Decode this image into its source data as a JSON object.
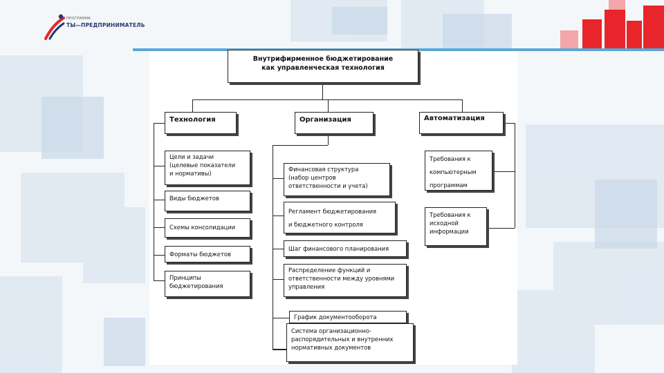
{
  "header": {
    "logo_sub": "ПРОГРАММА",
    "logo_main": "ТЫ—ПРЕДПРИНИМАТЕЛЬ"
  },
  "colors": {
    "accent_red": "#e8252a",
    "accent_blue": "#5aa8d8",
    "bg_tile": "#dfe8f1"
  },
  "diagram": {
    "title_line1": "Внутрифирменное бюджетирование",
    "title_line2": "как управленческая технология",
    "columns": {
      "technology": "Технология",
      "organization": "Организация",
      "automation": "Автоматизация"
    },
    "technology_items": [
      {
        "l1": "Цели и задачи",
        "l2": "(целевые показатели",
        "l3": "и нормативы)"
      },
      {
        "l1": "Виды бюджетов"
      },
      {
        "l1": "Схемы консолидации"
      },
      {
        "l1": "Форматы бюджетов"
      },
      {
        "l1": "Принципы",
        "l2": "бюджетирования"
      }
    ],
    "organization_items": [
      {
        "l1": "Финансовая структура",
        "l2": "(набор центров",
        "l3": "ответственности и учета)"
      },
      {
        "l1": "Регламент бюджетирования",
        "l2": "и бюджетного контроля"
      },
      {
        "l1": "Шаг финансового планирования"
      },
      {
        "l1": "Распределение функций и",
        "l2": "ответственности между уровнями",
        "l3": "управления"
      },
      {
        "l1": "График документооборота"
      },
      {
        "l1": "Система организационно-",
        "l2": "распорядительных и внутренних",
        "l3": "нормативных документов"
      }
    ],
    "automation_items": [
      {
        "l1": "Требования к",
        "l2": "компьютерным",
        "l3": "программам"
      },
      {
        "l1": "Требования к",
        "l2": "исходной",
        "l3": "информации"
      }
    ]
  }
}
